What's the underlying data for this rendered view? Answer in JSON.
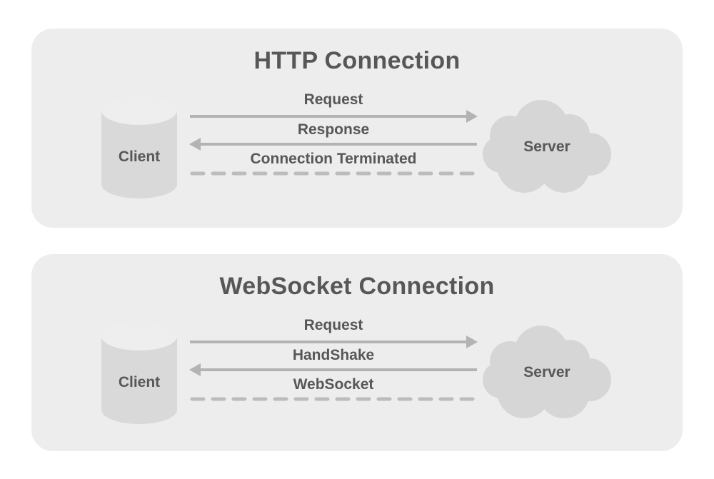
{
  "colors": {
    "page_bg": "#ffffff",
    "panel_bg": "#ededed",
    "node_fill": "#d9d9d9",
    "cylinder_top": "#eeeeee",
    "cloud_fill": "#d6d6d6",
    "connector": "#b3b3b3",
    "dash": "#bcbcbc",
    "text": "#575757"
  },
  "diagrams": [
    {
      "title": "HTTP Connection",
      "client_label": "Client",
      "server_label": "Server",
      "messages": [
        {
          "label": "Request",
          "direction": "client-to-server",
          "line_style": "solid-arrow-right"
        },
        {
          "label": "Response",
          "direction": "server-to-client",
          "line_style": "solid-arrow-left"
        },
        {
          "label": "Connection Terminated",
          "direction": "none",
          "line_style": "dashed"
        }
      ]
    },
    {
      "title": "WebSocket Connection",
      "client_label": "Client",
      "server_label": "Server",
      "messages": [
        {
          "label": "Request",
          "direction": "client-to-server",
          "line_style": "solid-arrow-right"
        },
        {
          "label": "HandShake",
          "direction": "server-to-client",
          "line_style": "solid-arrow-left"
        },
        {
          "label": "WebSocket",
          "direction": "none",
          "line_style": "dashed"
        }
      ]
    }
  ]
}
